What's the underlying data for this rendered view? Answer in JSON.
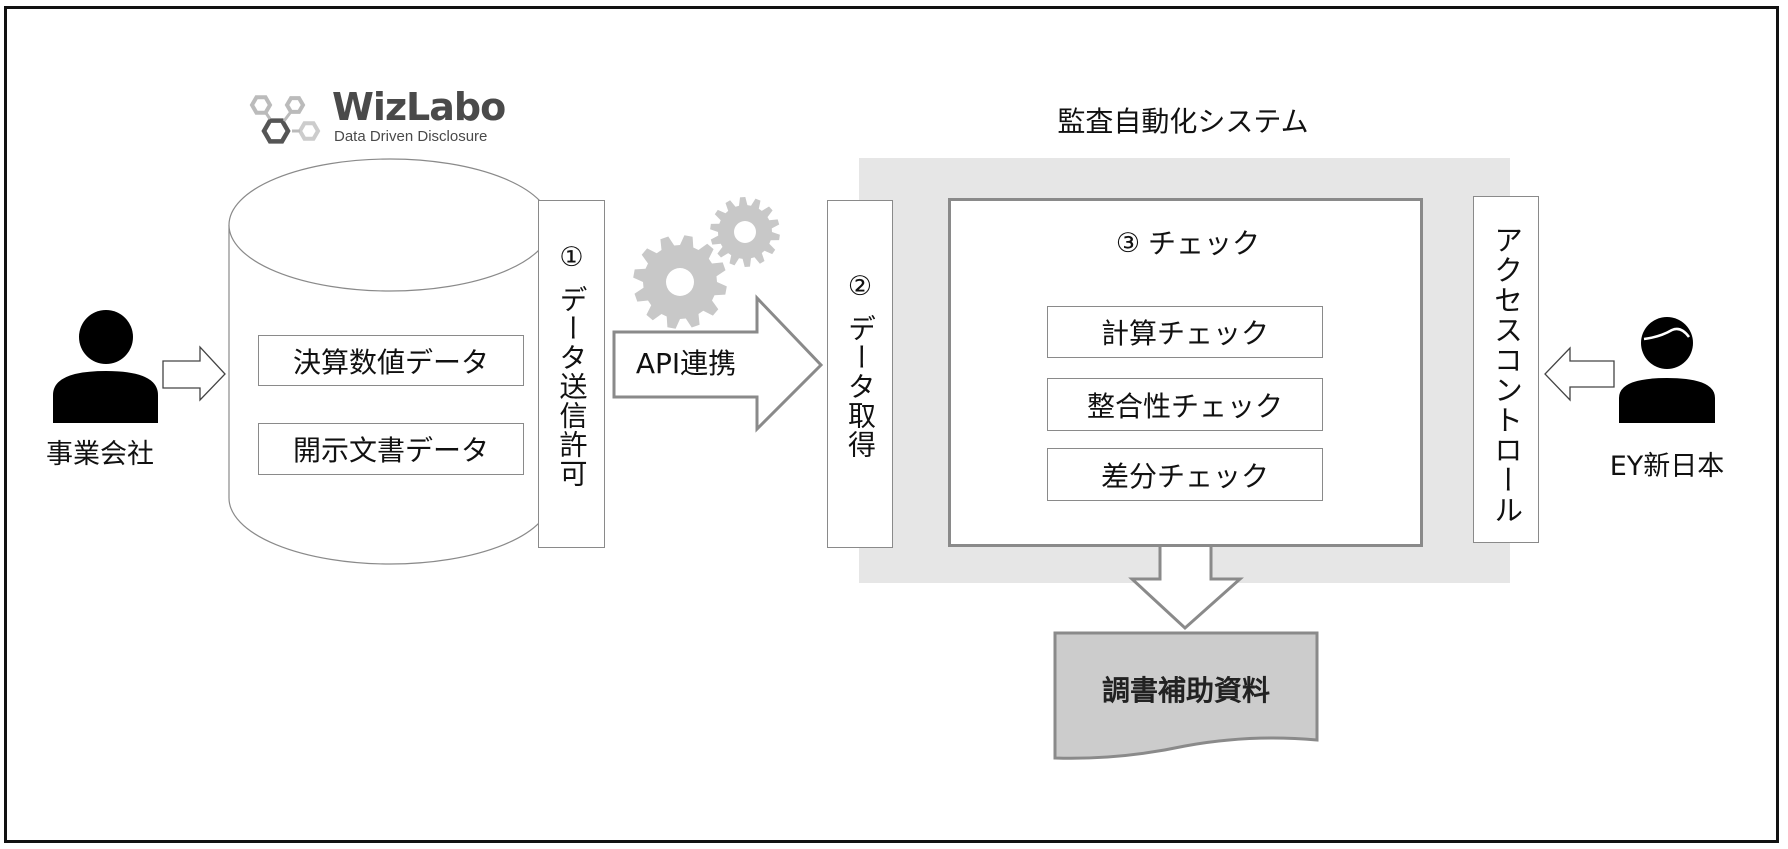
{
  "diagram": {
    "title": "監査自動化システム",
    "colors": {
      "frame": "#111111",
      "stroke": "#8a8a8a",
      "gear": "#c8c8c8",
      "system_panel": "#e6e6e6",
      "document_fill": "#cccccc",
      "person": "#000000",
      "logo_text": "#4a4a4a",
      "logo_hex_dark": "#555555",
      "logo_hex_light": "#bbbbbb"
    },
    "company": {
      "label": "事業会社",
      "icon": "person-icon"
    },
    "auditor": {
      "label": "EY新日本",
      "icon": "person-with-hair-icon"
    },
    "logo": {
      "name": "WizLabo",
      "tagline": "Data Driven Disclosure",
      "icon": "hexagon-cluster-icon"
    },
    "database": {
      "icon": "database-cylinder",
      "items": [
        "決算数値データ",
        "開示文書データ"
      ]
    },
    "step1": {
      "number": "①",
      "label": "データ送信許可"
    },
    "api_link": {
      "label": "API連携",
      "icon": "gears-icon"
    },
    "step2": {
      "number": "②",
      "label": "データ取得"
    },
    "step3": {
      "number": "③",
      "heading": "チェック",
      "items": [
        "計算チェック",
        "整合性チェック",
        "差分チェック"
      ]
    },
    "access_control": {
      "label": "アクセスコントロール"
    },
    "output": {
      "label": "調書補助資料",
      "icon": "document-shape"
    }
  }
}
